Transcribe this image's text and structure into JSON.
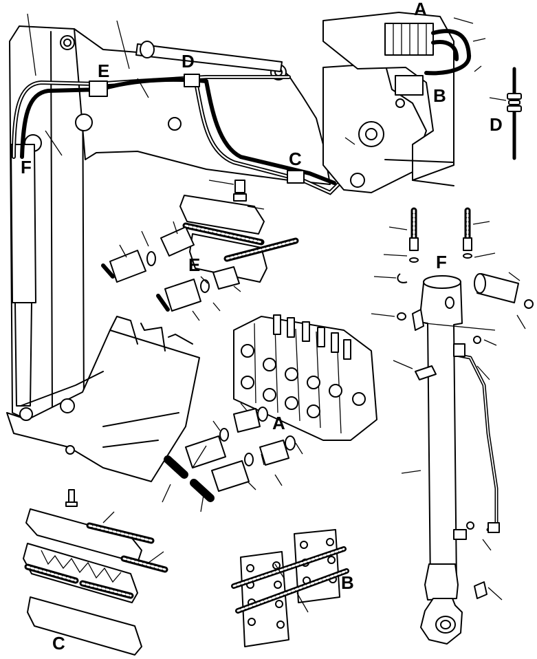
{
  "callouts": {
    "A_top": "A",
    "A_valve": "A",
    "B_top": "B",
    "B_clamp": "B",
    "C_boom": "C",
    "C_clamp": "C",
    "D_boom": "D",
    "D_detail": "D",
    "E_boom": "E",
    "E_clamp": "E",
    "F_boom": "F",
    "F_cylinder": "F"
  },
  "colors": {
    "ink": "#000000",
    "paper": "#ffffff"
  }
}
